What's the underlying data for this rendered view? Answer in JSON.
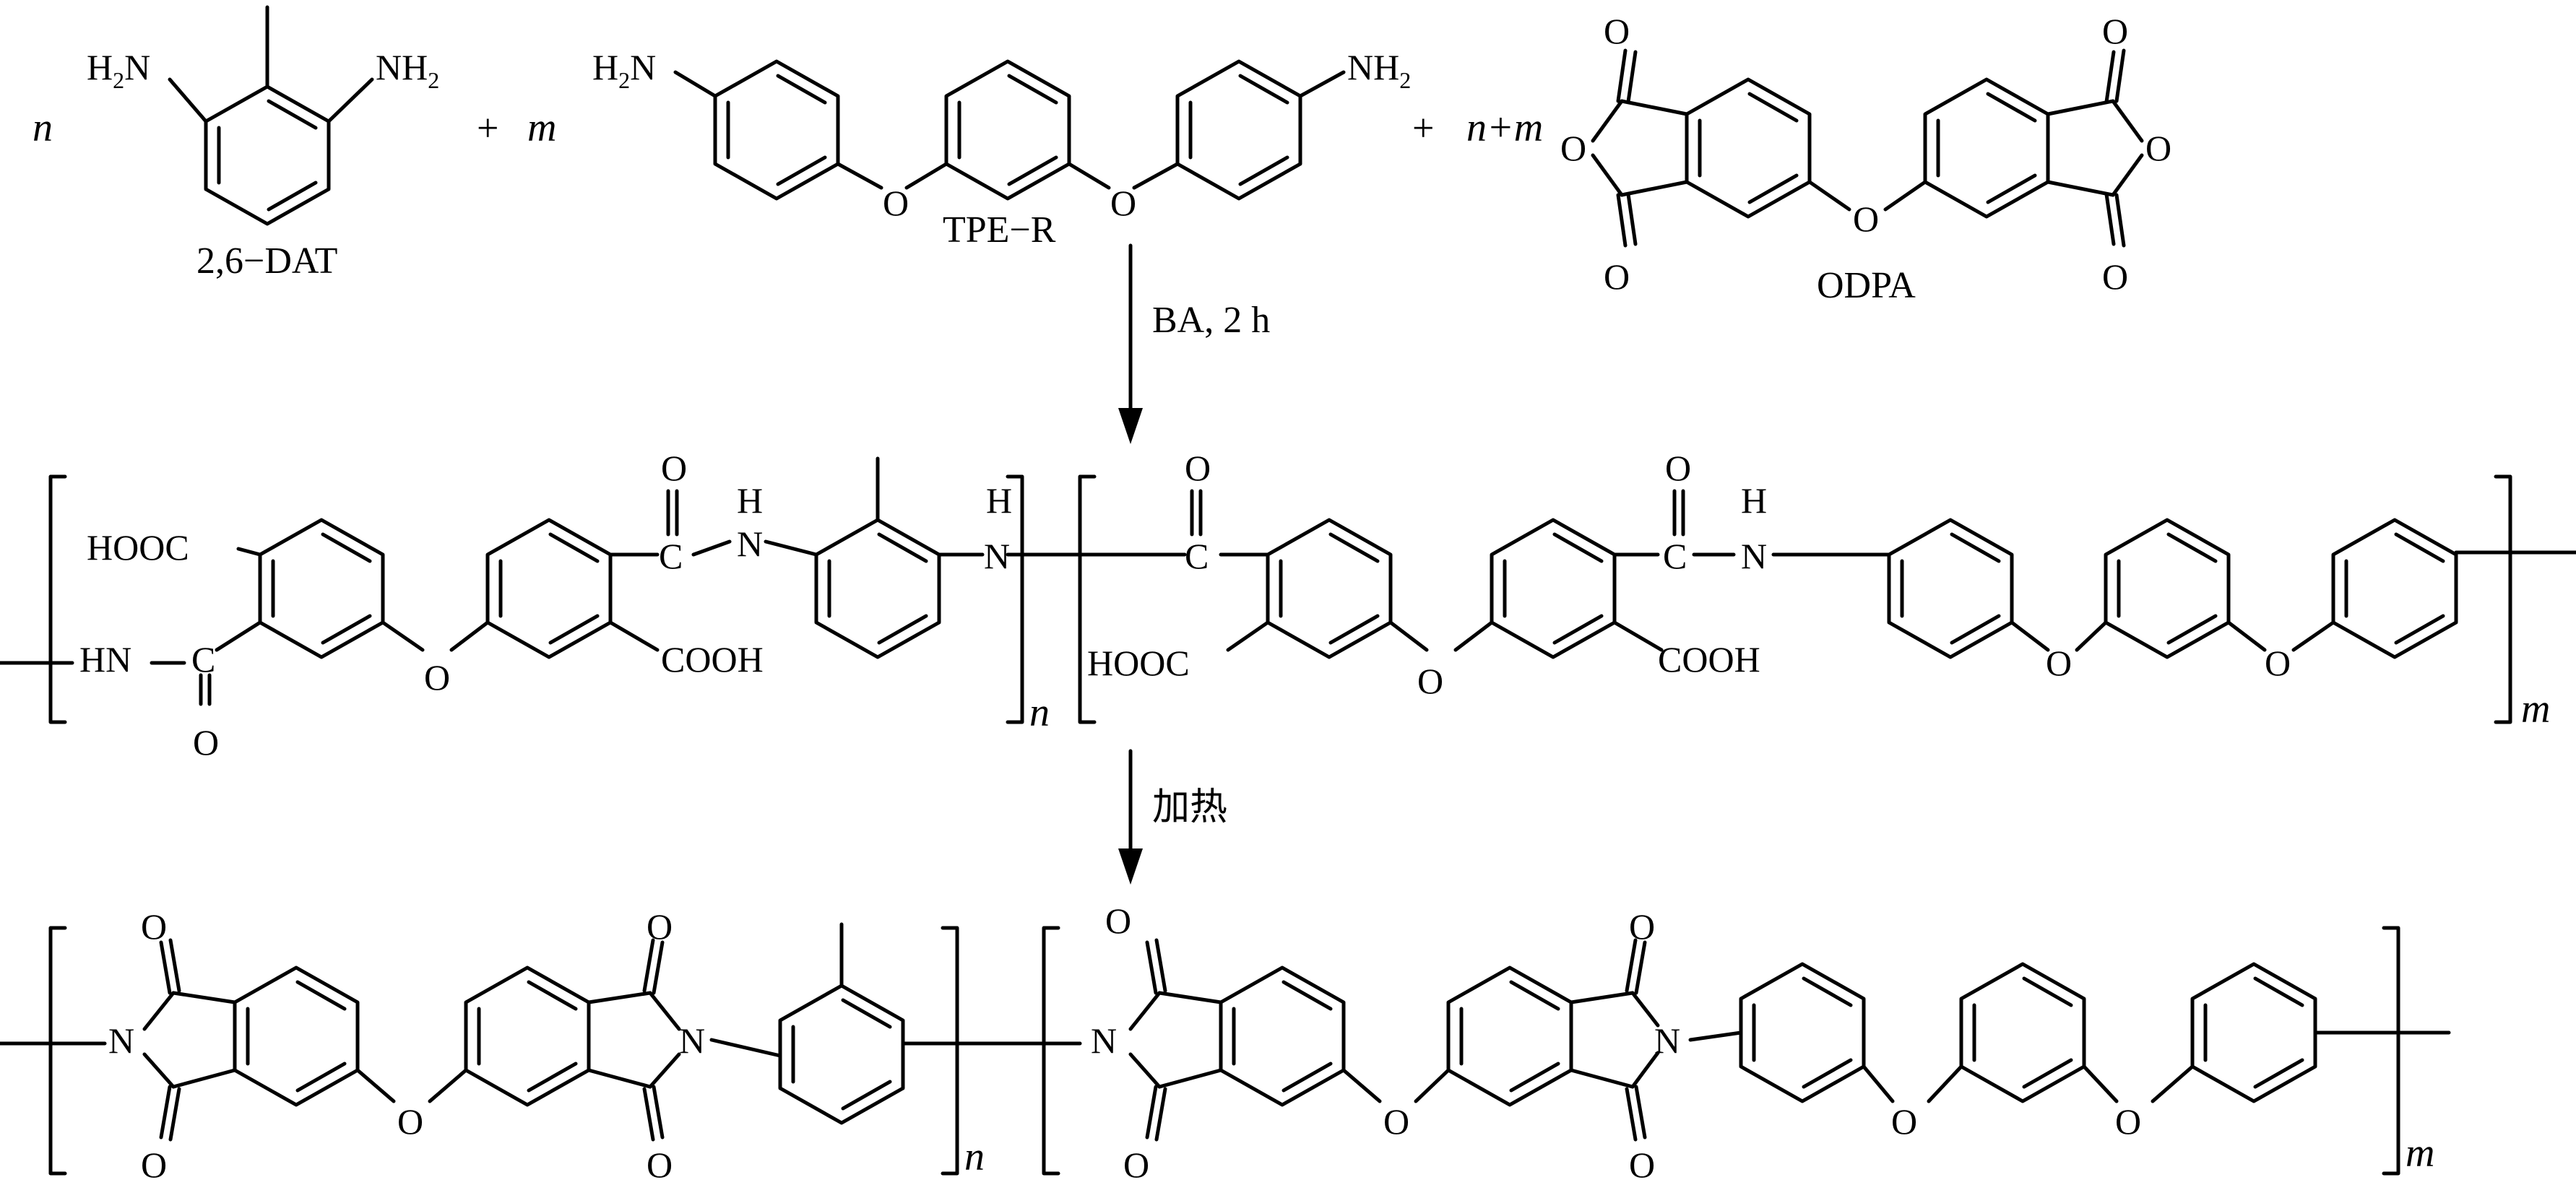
{
  "reactants": {
    "coef_n": "n",
    "coef_m": "m",
    "coef_nm": "n+m",
    "plus": "+",
    "dat": {
      "name": "2,6−DAT",
      "nh2_left_main": "H",
      "nh2_left_sub": "2",
      "nh2_left_n": "N",
      "nh2_right_main": "NH",
      "nh2_right_sub": "2"
    },
    "tper": {
      "name": "TPE−R",
      "o": "O",
      "h2n_main": "H",
      "h2n_sub": "2",
      "h2n_n": "N",
      "nh2_main": "NH",
      "nh2_sub": "2"
    },
    "odpa": {
      "name": "ODPA",
      "o": "O"
    }
  },
  "arrows": {
    "step1": "BA, 2 h",
    "step2": "加热"
  },
  "intermediate": {
    "hooc": "HOOC",
    "cooh": "COOH",
    "hn": "HN",
    "n": "N",
    "h": "H",
    "c": "C",
    "o": "O",
    "sub_n": "n",
    "sub_m": "m"
  },
  "product": {
    "n": "N",
    "o": "O",
    "sub_n": "n",
    "sub_m": "m"
  }
}
